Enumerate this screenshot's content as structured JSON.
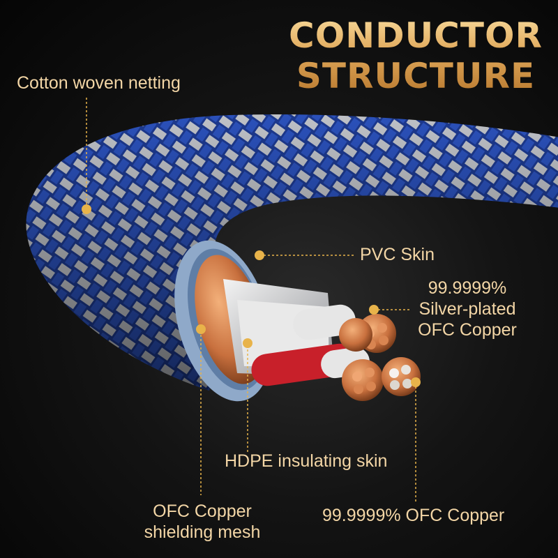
{
  "title": {
    "line1": "CONDUCTOR",
    "line2": "STRUCTURE"
  },
  "labels": {
    "cotton": "Cotton woven netting",
    "pvc": "PVC Skin",
    "silver_l1": "99.9999%",
    "silver_l2": "Silver-plated",
    "silver_l3": "OFC Copper",
    "hdpe": "HDPE insulating skin",
    "shield_l1": "OFC Copper",
    "shield_l2": "shielding mesh",
    "ofc": "99.9999% OFC Copper"
  },
  "colors": {
    "accent_gold": "#e8b34a",
    "label_text": "#f3d6a6",
    "braid_blue": "#1f3f9c",
    "braid_silver": "#c9ccd2",
    "pvc_skin": "#8fa9c9",
    "copper": "#c8703e",
    "insulation_red": "#c8202a"
  }
}
